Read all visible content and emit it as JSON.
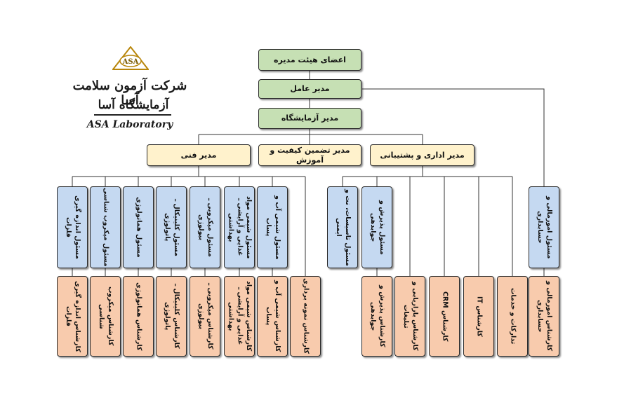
{
  "company": {
    "logo_text": "ASA",
    "name": "شرکت آزمون سلامت آسا",
    "lab_name": "آزمایشگاه آسا",
    "english_name": "ASA Laboratory"
  },
  "colors": {
    "board": "#c6e0b4",
    "manager": "#fff2cc",
    "head": "#c5d9f1",
    "expert": "#f8cbad",
    "logo": "#b8860b"
  },
  "nodes": {
    "board": "اعضای هیئت مدیره",
    "ceo": "مدیر عامل",
    "lab_manager": "مدیر آزمایشگاه",
    "technical_manager": "مدیر فنی",
    "quality_manager": "مدیر تضمین کیفیت و آموزش",
    "admin_manager": "مدیر اداری و پشتیبانی",
    "head_finance": "مسئول امورمالی و حسابداری",
    "head_reception": "مسئول پذیرش و جوابدهی",
    "head_facilities": "مسئول تاسیسات، نت و ایمنی",
    "head_water": "مسئول شیمی آب و پساب",
    "head_food": "مسئول شیمی مواد غذایی و آرایشی ـ بهداشتی",
    "head_micro": "مسئول میکروبی ـ بیولوژی",
    "head_clinical": "مسئول کلینیکال ـ پاتولوژی",
    "head_hematology": "مسئول هماتولوژی",
    "head_microscope": "مسئول میکروب شناسی",
    "head_metals": "مسئول اندازه گیری فلزات",
    "exp_finance": "کارشناس امورمالی و حسابداری",
    "exp_procurement": "تدارکات و خدمات",
    "exp_it": "کارشناس IT",
    "exp_crm": "کارشناس CRM",
    "exp_marketing": "کارشناس بازاریابی و تبلیغات",
    "exp_reception": "کارشناس پذیرش و جوابدهی",
    "exp_sampling": "کارشناس نمونه برداری",
    "exp_water": "کارشناس شیمی آب و پساب",
    "exp_food": "کارشناس شیمی مواد غذایی و آرایشی ـ بهداشتی",
    "exp_micro": "کارشناس میکروبی ـ بیولوژی",
    "exp_clinical": "کارشناس کلینیکال ـ پاتولوژی",
    "exp_hematology": "کارشناس هماتولوژی",
    "exp_microscope": "کارشناس میکروب شناسی",
    "exp_metals": "کارشناس اندازه گیری فلزات"
  }
}
